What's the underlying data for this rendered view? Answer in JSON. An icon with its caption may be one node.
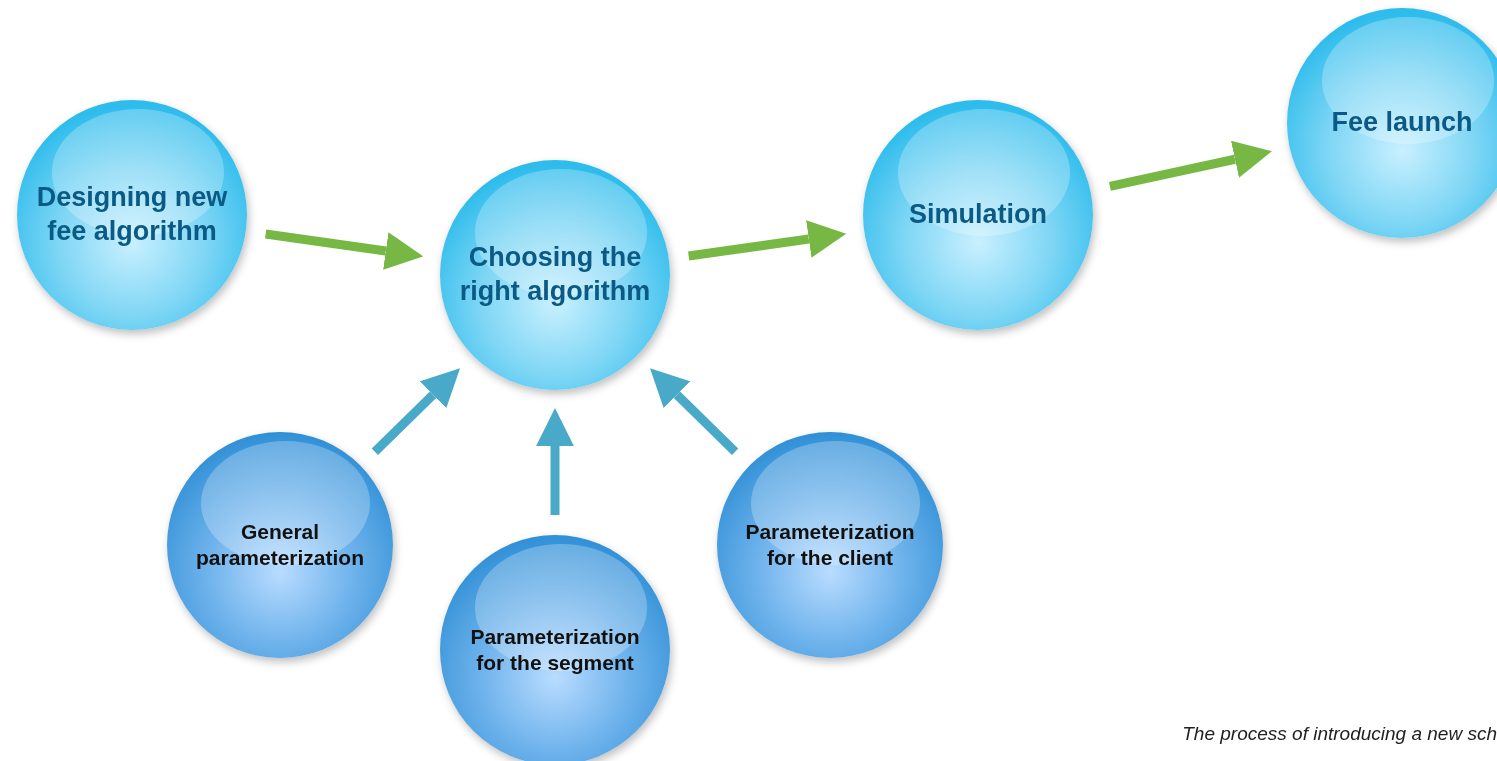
{
  "diagram": {
    "caption": "The process of introducing a new sch",
    "nodes": [
      {
        "text": [
          "Designing new fee algorithm"
        ]
      },
      {
        "text": [
          "Choosing the right algorithm"
        ]
      },
      {
        "text": [
          "Simulation"
        ]
      },
      {
        "text": [
          "Fee launch"
        ]
      },
      {
        "text": [
          "General parameterization"
        ]
      },
      {
        "text": [
          "Parameterization for the segment"
        ]
      },
      {
        "text": [
          "Parameterization for the client"
        ]
      }
    ],
    "edges": [
      {
        "from": 0,
        "to": 1,
        "arrow": "to"
      },
      {
        "from": 1,
        "to": 2,
        "arrow": "to"
      },
      {
        "from": 2,
        "to": 3,
        "arrow": "to"
      },
      {
        "from": 4,
        "to": 1,
        "arrow": "to",
        "color": "#48a9c9"
      },
      {
        "from": 5,
        "to": 1,
        "arrow": "to",
        "color": "#48a9c9"
      },
      {
        "from": 6,
        "to": 1,
        "arrow": "to",
        "color": "#48a9c9"
      }
    ]
  }
}
